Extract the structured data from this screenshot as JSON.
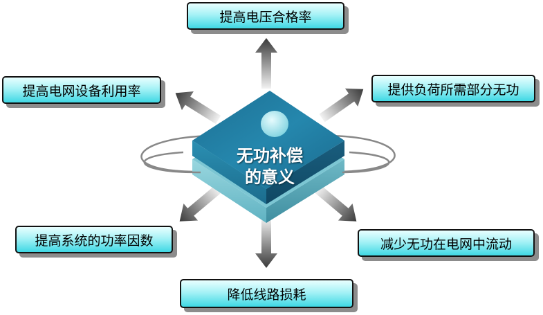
{
  "center": {
    "line1": "无功补偿",
    "line2": "的意义"
  },
  "boxes": {
    "top": "提高电压合格率",
    "upper_left": "提高电网设备利用率",
    "upper_right": "提供负荷所需部分无功",
    "lower_left": "提高系统的功率因数",
    "lower_right": "减少无功在电网中流动",
    "bottom": "降低线路损耗"
  },
  "colors": {
    "box_fill_top": "#e9ffff",
    "box_fill_bottom": "#3fd8e4",
    "platform_top": "#1f7fa4",
    "platform_mid": "#2d9ab8",
    "platform_light": "#8ad1dc",
    "arrow": "#444444"
  }
}
